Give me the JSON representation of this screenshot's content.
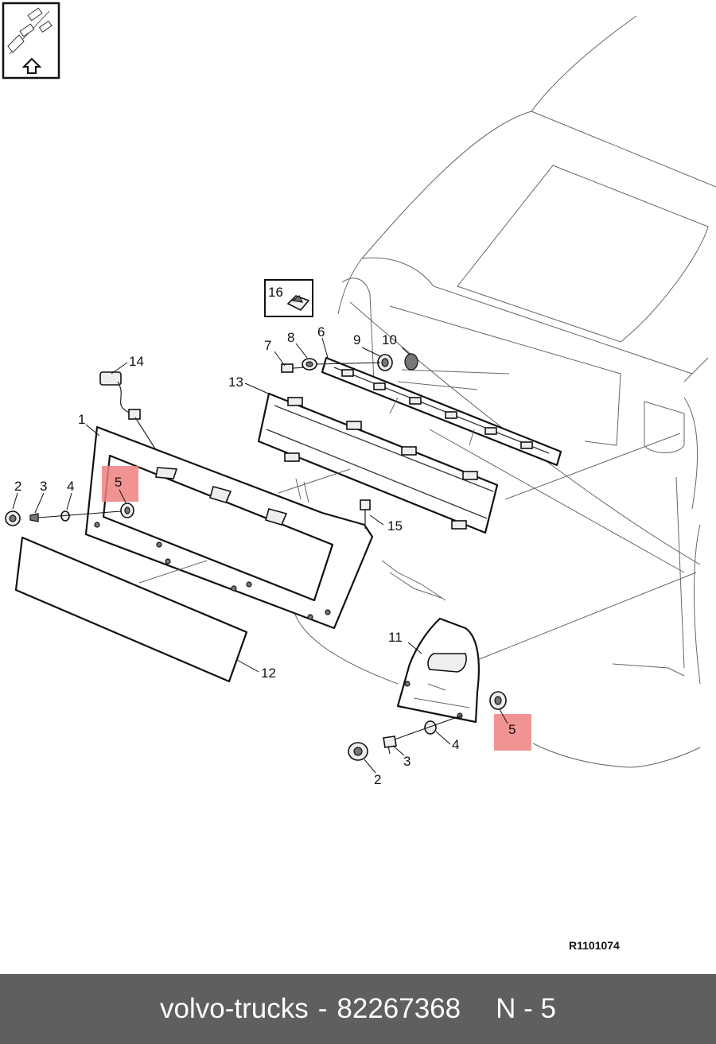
{
  "diagram": {
    "callouts": {
      "c1": "1",
      "c2a": "2",
      "c2b": "2",
      "c3a": "3",
      "c3b": "3",
      "c4a": "4",
      "c4b": "4",
      "c5a": "5",
      "c5b": "5",
      "c6": "6",
      "c7": "7",
      "c8": "8",
      "c9": "9",
      "c10": "10",
      "c11": "11",
      "c12": "12",
      "c13": "13",
      "c14": "14",
      "c15": "15",
      "c16": "16"
    },
    "highlight_color": "#f08080",
    "highlighted_part": "5",
    "reference": "R1101074",
    "icons": [
      "parts-illustration-icon",
      "up-arrow-icon"
    ]
  },
  "footer": {
    "brand": "volvo-trucks",
    "separator": "-",
    "part_number": "82267368",
    "position": "N - 5",
    "background": "#5f5f5f"
  }
}
